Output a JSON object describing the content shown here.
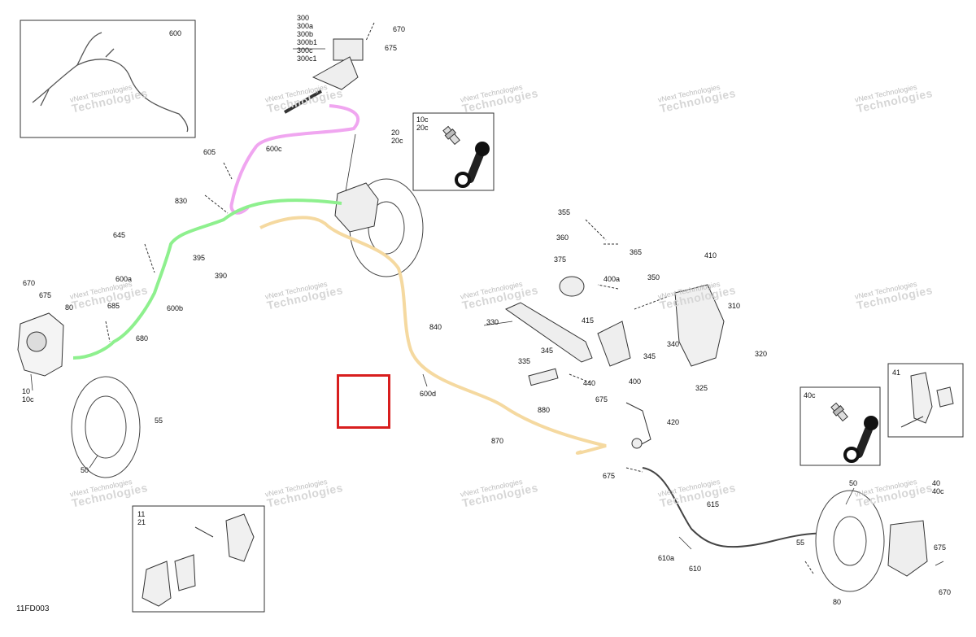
{
  "diagram_code": "11FD003",
  "watermark": {
    "line1": "vNext Technologies",
    "line2": "Technologies"
  },
  "colors": {
    "front_left_line": "#8ef08e",
    "front_right_line": "#f0a6f0",
    "rear_line": "#f5d9a0",
    "highlight_box": "#d81e1e"
  },
  "callouts": {
    "l600": "600",
    "l300": "300\n300a\n300b\n300b1\n300c\n300c1",
    "l670_top": "670",
    "l675_top": "675",
    "l600c": "600c",
    "l605": "605",
    "l830": "830",
    "l10c_box": "10c\n20c",
    "l20": "20\n20c",
    "l645": "645",
    "l395": "395",
    "l390": "390",
    "l600a": "600a",
    "l670_left": "670",
    "l675_left": "675",
    "l80_left": "80",
    "l685": "685",
    "l600b": "600b",
    "l680": "680",
    "l10": "10\n10c",
    "l55_left": "55",
    "l50_left": "50",
    "l840": "840",
    "l600d": "600d",
    "l880": "880",
    "l870": "870",
    "l355": "355",
    "l360": "360",
    "l365": "365",
    "l375": "375",
    "l400a": "400a",
    "l350": "350",
    "l410": "410",
    "l310": "310",
    "l330": "330",
    "l415": "415",
    "l345a": "345",
    "l345b": "345",
    "l340": "340",
    "l320": "320",
    "l335": "335",
    "l440": "440",
    "l400": "400",
    "l325": "325",
    "l675_mid": "675",
    "l420": "420",
    "l40c_box": "40c",
    "l41": "41",
    "l675_lower": "675",
    "l615": "615",
    "l610a": "610a",
    "l610": "610",
    "l50_right": "50",
    "l40": "40\n40c",
    "l55_right": "55",
    "l675_right": "675",
    "l80_right": "80",
    "l670_right": "670",
    "l11": "11\n21"
  }
}
